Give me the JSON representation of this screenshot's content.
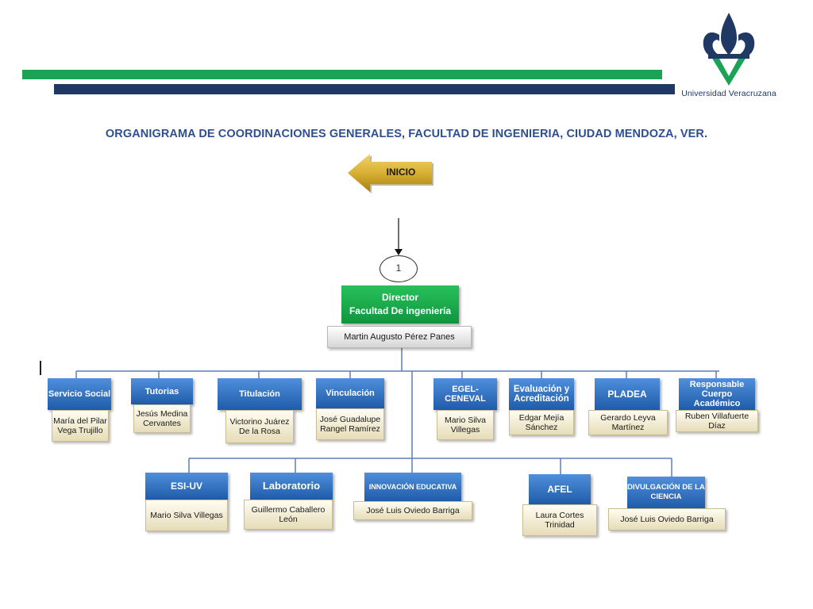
{
  "header": {
    "logo_text": "Universidad Veracruzana",
    "title": "ORGANIGRAMA DE COORDINACIONES GENERALES, FACULTAD DE INGENIERIA, CIUDAD MENDOZA, VER.",
    "home_button_label": "INICIO",
    "colors": {
      "green": "#1aa355",
      "navy": "#1f3864",
      "gold": "#c9a21c"
    }
  },
  "diagram": {
    "step_marker": "1",
    "director": {
      "title_line1": "Director",
      "title_line2": "Facultad De ingeniería",
      "name": "Martin Augusto Pérez Panes"
    },
    "row1": [
      {
        "title": "Servicio Social",
        "person": "María del Pilar Vega Trujillo"
      },
      {
        "title": "Tutorias",
        "person": "Jesús Medina Cervantes"
      },
      {
        "title": "Titulación",
        "person": "Victorino Juárez De la Rosa"
      },
      {
        "title": "Vinculación",
        "person": "José Guadalupe Rangel Ramírez"
      },
      {
        "title": "EGEL-CENEVAL",
        "person": "Mario Silva Villegas"
      },
      {
        "title": "Evaluación y Acreditación",
        "person": "Edgar Mejía Sánchez"
      },
      {
        "title": "PLADEA",
        "person": "Gerardo Leyva Martínez"
      },
      {
        "title": "Responsable Cuerpo Académico",
        "person": "Ruben Villafuerte Díaz"
      }
    ],
    "row2": [
      {
        "title": "ESI-UV",
        "person": "Mario Silva Villegas"
      },
      {
        "title": "Laboratorio",
        "person": "Guillermo Caballero León"
      },
      {
        "title": "INNOVACIÓN EDUCATIVA",
        "person": "José Luis Oviedo Barriga"
      },
      {
        "title": "AFEL",
        "person": "Laura Cortes Trinidad"
      },
      {
        "title": "DIVULGACIÓN DE LA CIENCIA",
        "person": "José Luis Oviedo Barriga"
      }
    ]
  }
}
